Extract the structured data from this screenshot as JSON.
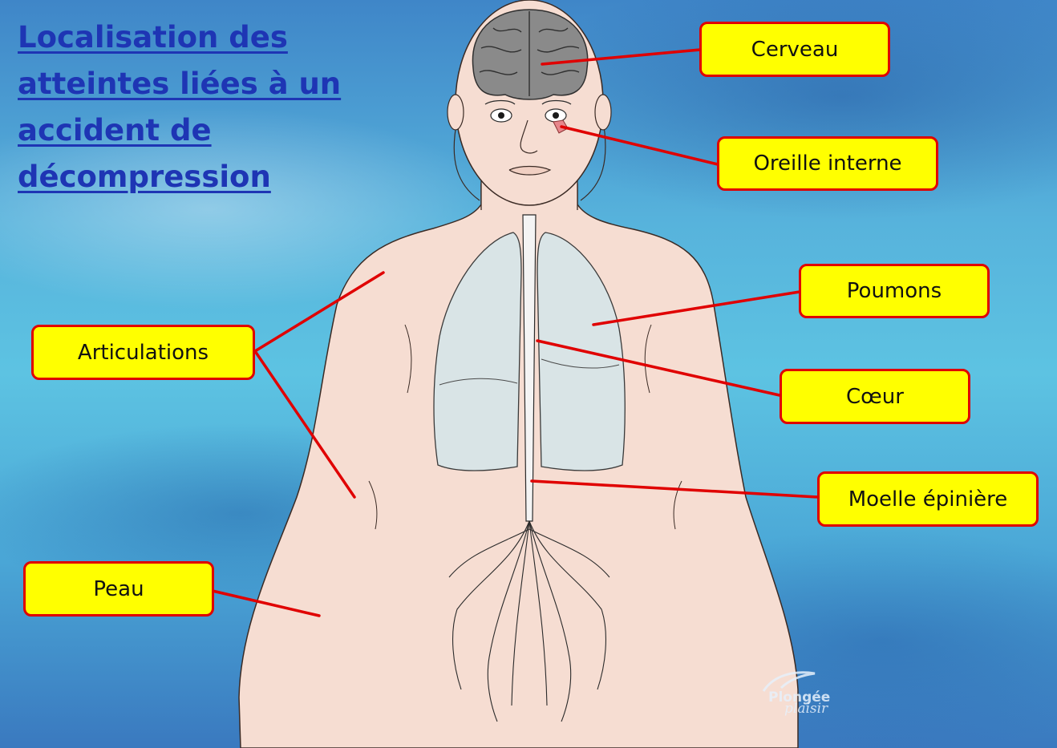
{
  "title": "Localisation des atteintes liées à un accident de décompression",
  "labels": {
    "cerveau": "Cerveau",
    "oreille_interne": "Oreille interne",
    "poumons": "Poumons",
    "coeur": "Cœur",
    "moelle_epiniere": "Moelle épinière",
    "articulations": "Articulations",
    "peau": "Peau"
  },
  "watermark": {
    "brand": "Plongée",
    "sub": "plaisir"
  },
  "colors": {
    "title": "#1e35b4",
    "label_fill": "#ffff00",
    "label_border": "#e00000",
    "leader_line": "#e00000",
    "skin": "#f6ddd2",
    "lungs": "#d9e4e6",
    "brain": "#8a8a8a"
  },
  "icons": {
    "watermark": "dolphin-logo-icon"
  }
}
